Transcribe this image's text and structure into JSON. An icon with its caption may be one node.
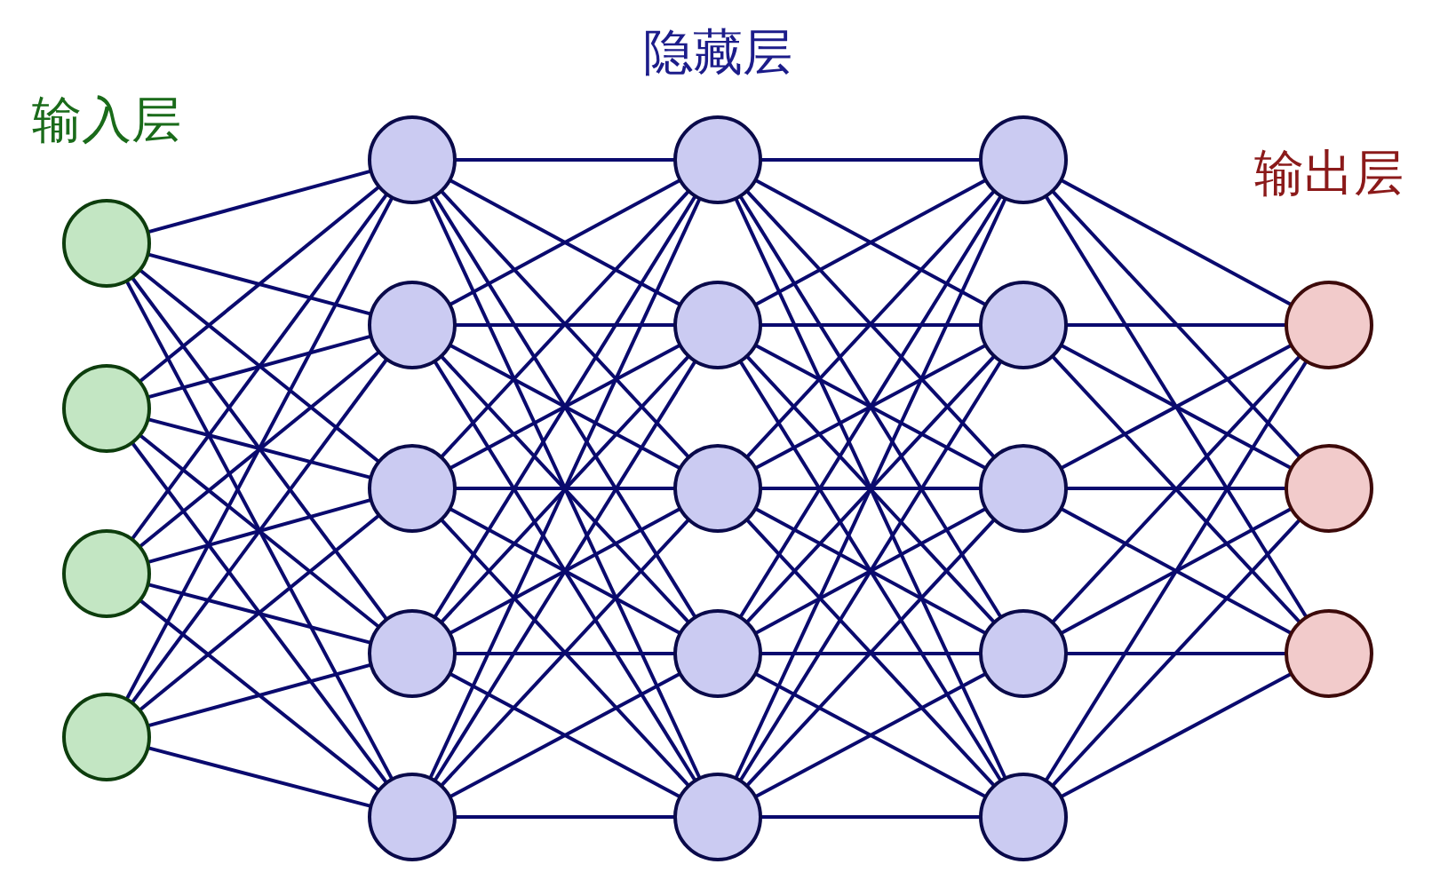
{
  "diagram": {
    "nodes": [
      {
        "text": [],
        "shape": "circle"
      },
      {
        "text": [],
        "shape": "circle"
      },
      {
        "text": [],
        "shape": "circle"
      },
      {
        "text": [],
        "shape": "circle"
      },
      {
        "text": [],
        "shape": "circle"
      },
      {
        "text": [],
        "shape": "circle"
      },
      {
        "text": [],
        "shape": "circle"
      },
      {
        "text": [],
        "shape": "circle"
      },
      {
        "text": [],
        "shape": "circle"
      },
      {
        "text": [],
        "shape": "circle"
      },
      {
        "text": [],
        "shape": "circle"
      },
      {
        "text": [],
        "shape": "circle"
      },
      {
        "text": [],
        "shape": "circle"
      },
      {
        "text": [],
        "shape": "circle"
      },
      {
        "text": [],
        "shape": "circle"
      },
      {
        "text": [],
        "shape": "circle"
      },
      {
        "text": [],
        "shape": "circle"
      },
      {
        "text": [],
        "shape": "circle"
      },
      {
        "text": [],
        "shape": "circle"
      },
      {
        "text": [],
        "shape": "circle"
      },
      {
        "text": [],
        "shape": "circle"
      },
      {
        "text": [],
        "shape": "circle"
      }
    ],
    "edges": [
      {
        "from": 0,
        "to": 4,
        "arrow": "none"
      },
      {
        "from": 0,
        "to": 5,
        "arrow": "none"
      },
      {
        "from": 0,
        "to": 6,
        "arrow": "none"
      },
      {
        "from": 0,
        "to": 7,
        "arrow": "none"
      },
      {
        "from": 0,
        "to": 8,
        "arrow": "none"
      },
      {
        "from": 1,
        "to": 4,
        "arrow": "none"
      },
      {
        "from": 1,
        "to": 5,
        "arrow": "none"
      },
      {
        "from": 1,
        "to": 6,
        "arrow": "none"
      },
      {
        "from": 1,
        "to": 7,
        "arrow": "none"
      },
      {
        "from": 1,
        "to": 8,
        "arrow": "none"
      },
      {
        "from": 2,
        "to": 4,
        "arrow": "none"
      },
      {
        "from": 2,
        "to": 5,
        "arrow": "none"
      },
      {
        "from": 2,
        "to": 6,
        "arrow": "none"
      },
      {
        "from": 2,
        "to": 7,
        "arrow": "none"
      },
      {
        "from": 2,
        "to": 8,
        "arrow": "none"
      },
      {
        "from": 3,
        "to": 4,
        "arrow": "none"
      },
      {
        "from": 3,
        "to": 5,
        "arrow": "none"
      },
      {
        "from": 3,
        "to": 6,
        "arrow": "none"
      },
      {
        "from": 3,
        "to": 7,
        "arrow": "none"
      },
      {
        "from": 3,
        "to": 8,
        "arrow": "none"
      },
      {
        "from": 4,
        "to": 9,
        "arrow": "none"
      },
      {
        "from": 4,
        "to": 10,
        "arrow": "none"
      },
      {
        "from": 4,
        "to": 11,
        "arrow": "none"
      },
      {
        "from": 4,
        "to": 12,
        "arrow": "none"
      },
      {
        "from": 4,
        "to": 13,
        "arrow": "none"
      },
      {
        "from": 5,
        "to": 9,
        "arrow": "none"
      },
      {
        "from": 5,
        "to": 10,
        "arrow": "none"
      },
      {
        "from": 5,
        "to": 11,
        "arrow": "none"
      },
      {
        "from": 5,
        "to": 12,
        "arrow": "none"
      },
      {
        "from": 5,
        "to": 13,
        "arrow": "none"
      },
      {
        "from": 6,
        "to": 9,
        "arrow": "none"
      },
      {
        "from": 6,
        "to": 10,
        "arrow": "none"
      },
      {
        "from": 6,
        "to": 11,
        "arrow": "none"
      },
      {
        "from": 6,
        "to": 12,
        "arrow": "none"
      },
      {
        "from": 6,
        "to": 13,
        "arrow": "none"
      },
      {
        "from": 7,
        "to": 9,
        "arrow": "none"
      },
      {
        "from": 7,
        "to": 10,
        "arrow": "none"
      },
      {
        "from": 7,
        "to": 11,
        "arrow": "none"
      },
      {
        "from": 7,
        "to": 12,
        "arrow": "none"
      },
      {
        "from": 7,
        "to": 13,
        "arrow": "none"
      },
      {
        "from": 8,
        "to": 9,
        "arrow": "none"
      },
      {
        "from": 8,
        "to": 10,
        "arrow": "none"
      },
      {
        "from": 8,
        "to": 11,
        "arrow": "none"
      },
      {
        "from": 8,
        "to": 12,
        "arrow": "none"
      },
      {
        "from": 8,
        "to": 13,
        "arrow": "none"
      },
      {
        "from": 9,
        "to": 14,
        "arrow": "none"
      },
      {
        "from": 9,
        "to": 15,
        "arrow": "none"
      },
      {
        "from": 9,
        "to": 16,
        "arrow": "none"
      },
      {
        "from": 9,
        "to": 17,
        "arrow": "none"
      },
      {
        "from": 9,
        "to": 18,
        "arrow": "none"
      },
      {
        "from": 10,
        "to": 14,
        "arrow": "none"
      },
      {
        "from": 10,
        "to": 15,
        "arrow": "none"
      },
      {
        "from": 10,
        "to": 16,
        "arrow": "none"
      },
      {
        "from": 10,
        "to": 17,
        "arrow": "none"
      },
      {
        "from": 10,
        "to": 18,
        "arrow": "none"
      },
      {
        "from": 11,
        "to": 14,
        "arrow": "none"
      },
      {
        "from": 11,
        "to": 15,
        "arrow": "none"
      },
      {
        "from": 11,
        "to": 16,
        "arrow": "none"
      },
      {
        "from": 11,
        "to": 17,
        "arrow": "none"
      },
      {
        "from": 11,
        "to": 18,
        "arrow": "none"
      },
      {
        "from": 12,
        "to": 14,
        "arrow": "none"
      },
      {
        "from": 12,
        "to": 15,
        "arrow": "none"
      },
      {
        "from": 12,
        "to": 16,
        "arrow": "none"
      },
      {
        "from": 12,
        "to": 17,
        "arrow": "none"
      },
      {
        "from": 12,
        "to": 18,
        "arrow": "none"
      },
      {
        "from": 13,
        "to": 14,
        "arrow": "none"
      },
      {
        "from": 13,
        "to": 15,
        "arrow": "none"
      },
      {
        "from": 13,
        "to": 16,
        "arrow": "none"
      },
      {
        "from": 13,
        "to": 17,
        "arrow": "none"
      },
      {
        "from": 13,
        "to": 18,
        "arrow": "none"
      },
      {
        "from": 14,
        "to": 19,
        "arrow": "none"
      },
      {
        "from": 14,
        "to": 20,
        "arrow": "none"
      },
      {
        "from": 14,
        "to": 21,
        "arrow": "none"
      },
      {
        "from": 15,
        "to": 19,
        "arrow": "none"
      },
      {
        "from": 15,
        "to": 20,
        "arrow": "none"
      },
      {
        "from": 15,
        "to": 21,
        "arrow": "none"
      },
      {
        "from": 16,
        "to": 19,
        "arrow": "none"
      },
      {
        "from": 16,
        "to": 20,
        "arrow": "none"
      },
      {
        "from": 16,
        "to": 21,
        "arrow": "none"
      },
      {
        "from": 17,
        "to": 19,
        "arrow": "none"
      },
      {
        "from": 17,
        "to": 20,
        "arrow": "none"
      },
      {
        "from": 17,
        "to": 21,
        "arrow": "none"
      },
      {
        "from": 18,
        "to": 19,
        "arrow": "none"
      },
      {
        "from": 18,
        "to": 20,
        "arrow": "none"
      },
      {
        "from": 18,
        "to": 21,
        "arrow": "none"
      }
    ],
    "labels": [
      "隐藏层",
      "输入层",
      "输出层"
    ]
  }
}
